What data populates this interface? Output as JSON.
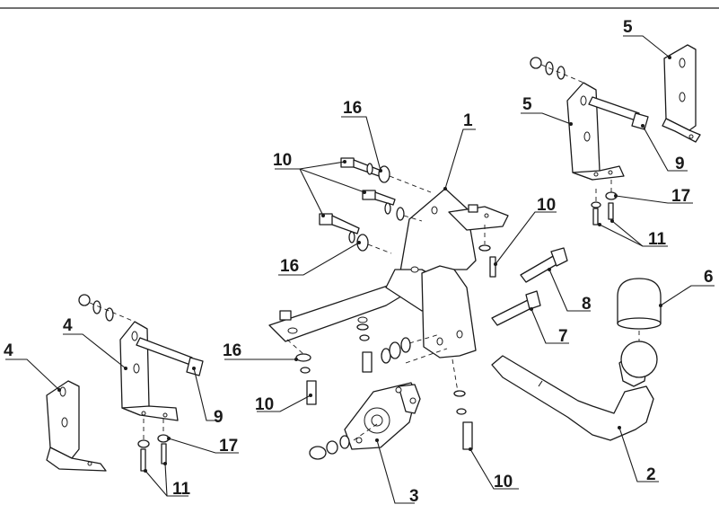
{
  "part_labels": {
    "p1": "1",
    "p2": "2",
    "p3": "3",
    "p4": "4",
    "p4b": "4",
    "p5": "5",
    "p5b": "5",
    "p6": "6",
    "p7": "7",
    "p8": "8",
    "p9a": "9",
    "p9b": "9",
    "p10a": "10",
    "p10b": "10",
    "p10c": "10",
    "p10d": "10",
    "p11a": "11",
    "p11b": "11",
    "p16a": "16",
    "p16b": "16",
    "p16c": "16",
    "p17a": "17",
    "p17b": "17"
  }
}
